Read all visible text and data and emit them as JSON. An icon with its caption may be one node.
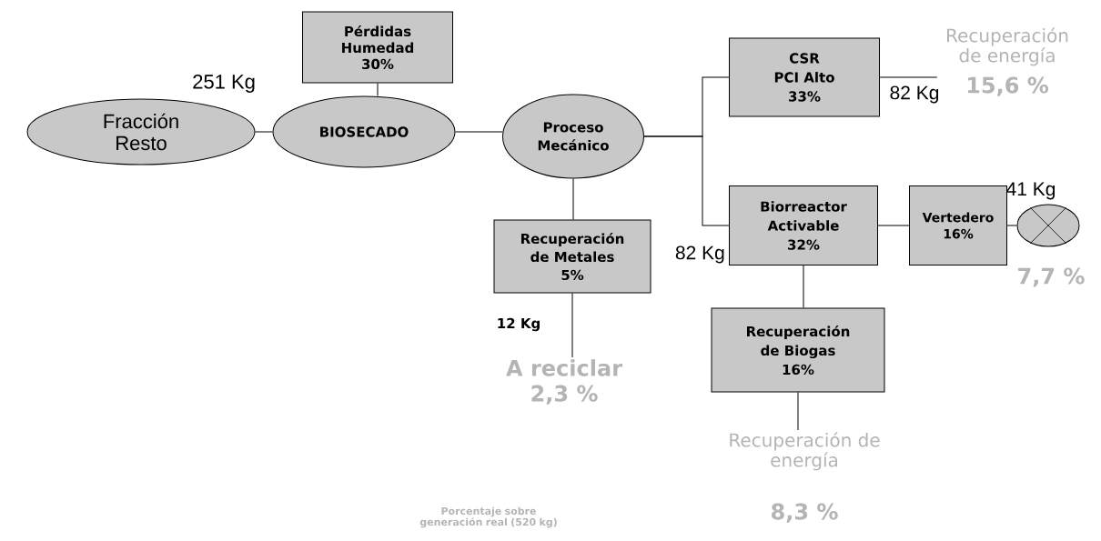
{
  "diagram": {
    "nodes": [
      {
        "text": [
          "Fracción Resto"
        ]
      },
      {
        "text": [
          "BIOSECADO"
        ]
      },
      {
        "text": [
          "Pérdidas Humedad",
          "30%"
        ]
      },
      {
        "text": [
          "Proceso Mecánico"
        ]
      },
      {
        "text": [
          "Recuperación de Metales",
          "5%"
        ]
      },
      {
        "text": [
          "CSR",
          "PCI Alto",
          "33%"
        ]
      },
      {
        "text": [
          "Biorreactor Activable",
          "32%"
        ]
      },
      {
        "text": [
          "Vertedero",
          "16%"
        ]
      },
      {
        "text": [],
        "shape": "circle"
      },
      {
        "text": [
          "Recuperación de Biogas",
          "16%"
        ]
      },
      {
        "text": [
          "Recuperación de energía",
          "15,6 %"
        ]
      },
      {
        "text": [
          "A reciclar",
          "2,3 %"
        ]
      },
      {
        "text": [
          "Recuperación de energía",
          "8,3 %"
        ]
      }
    ],
    "edges": [
      {
        "from": 0,
        "to": 1,
        "arrow": "none"
      },
      {
        "from": 2,
        "to": 1,
        "arrow": "none"
      },
      {
        "from": 1,
        "to": 3,
        "arrow": "none"
      },
      {
        "from": 3,
        "to": 5,
        "arrow": "none"
      },
      {
        "from": 3,
        "to": 6,
        "arrow": "none"
      },
      {
        "from": 3,
        "to": 4,
        "arrow": "none"
      },
      {
        "from": 5,
        "to": 10,
        "arrow": "none"
      },
      {
        "from": 6,
        "to": 7,
        "arrow": "none"
      },
      {
        "from": 7,
        "to": 8,
        "arrow": "none"
      },
      {
        "from": 6,
        "to": 9,
        "arrow": "none"
      },
      {
        "from": 4,
        "to": 11,
        "arrow": "none"
      },
      {
        "from": 9,
        "to": 12,
        "arrow": "none"
      }
    ],
    "labels": [
      "251 Kg",
      "82 Kg",
      "41 Kg",
      "82 Kg",
      "7,7 %",
      "12 Kg",
      "Porcentaje sobre generación real (520 kg)"
    ]
  }
}
